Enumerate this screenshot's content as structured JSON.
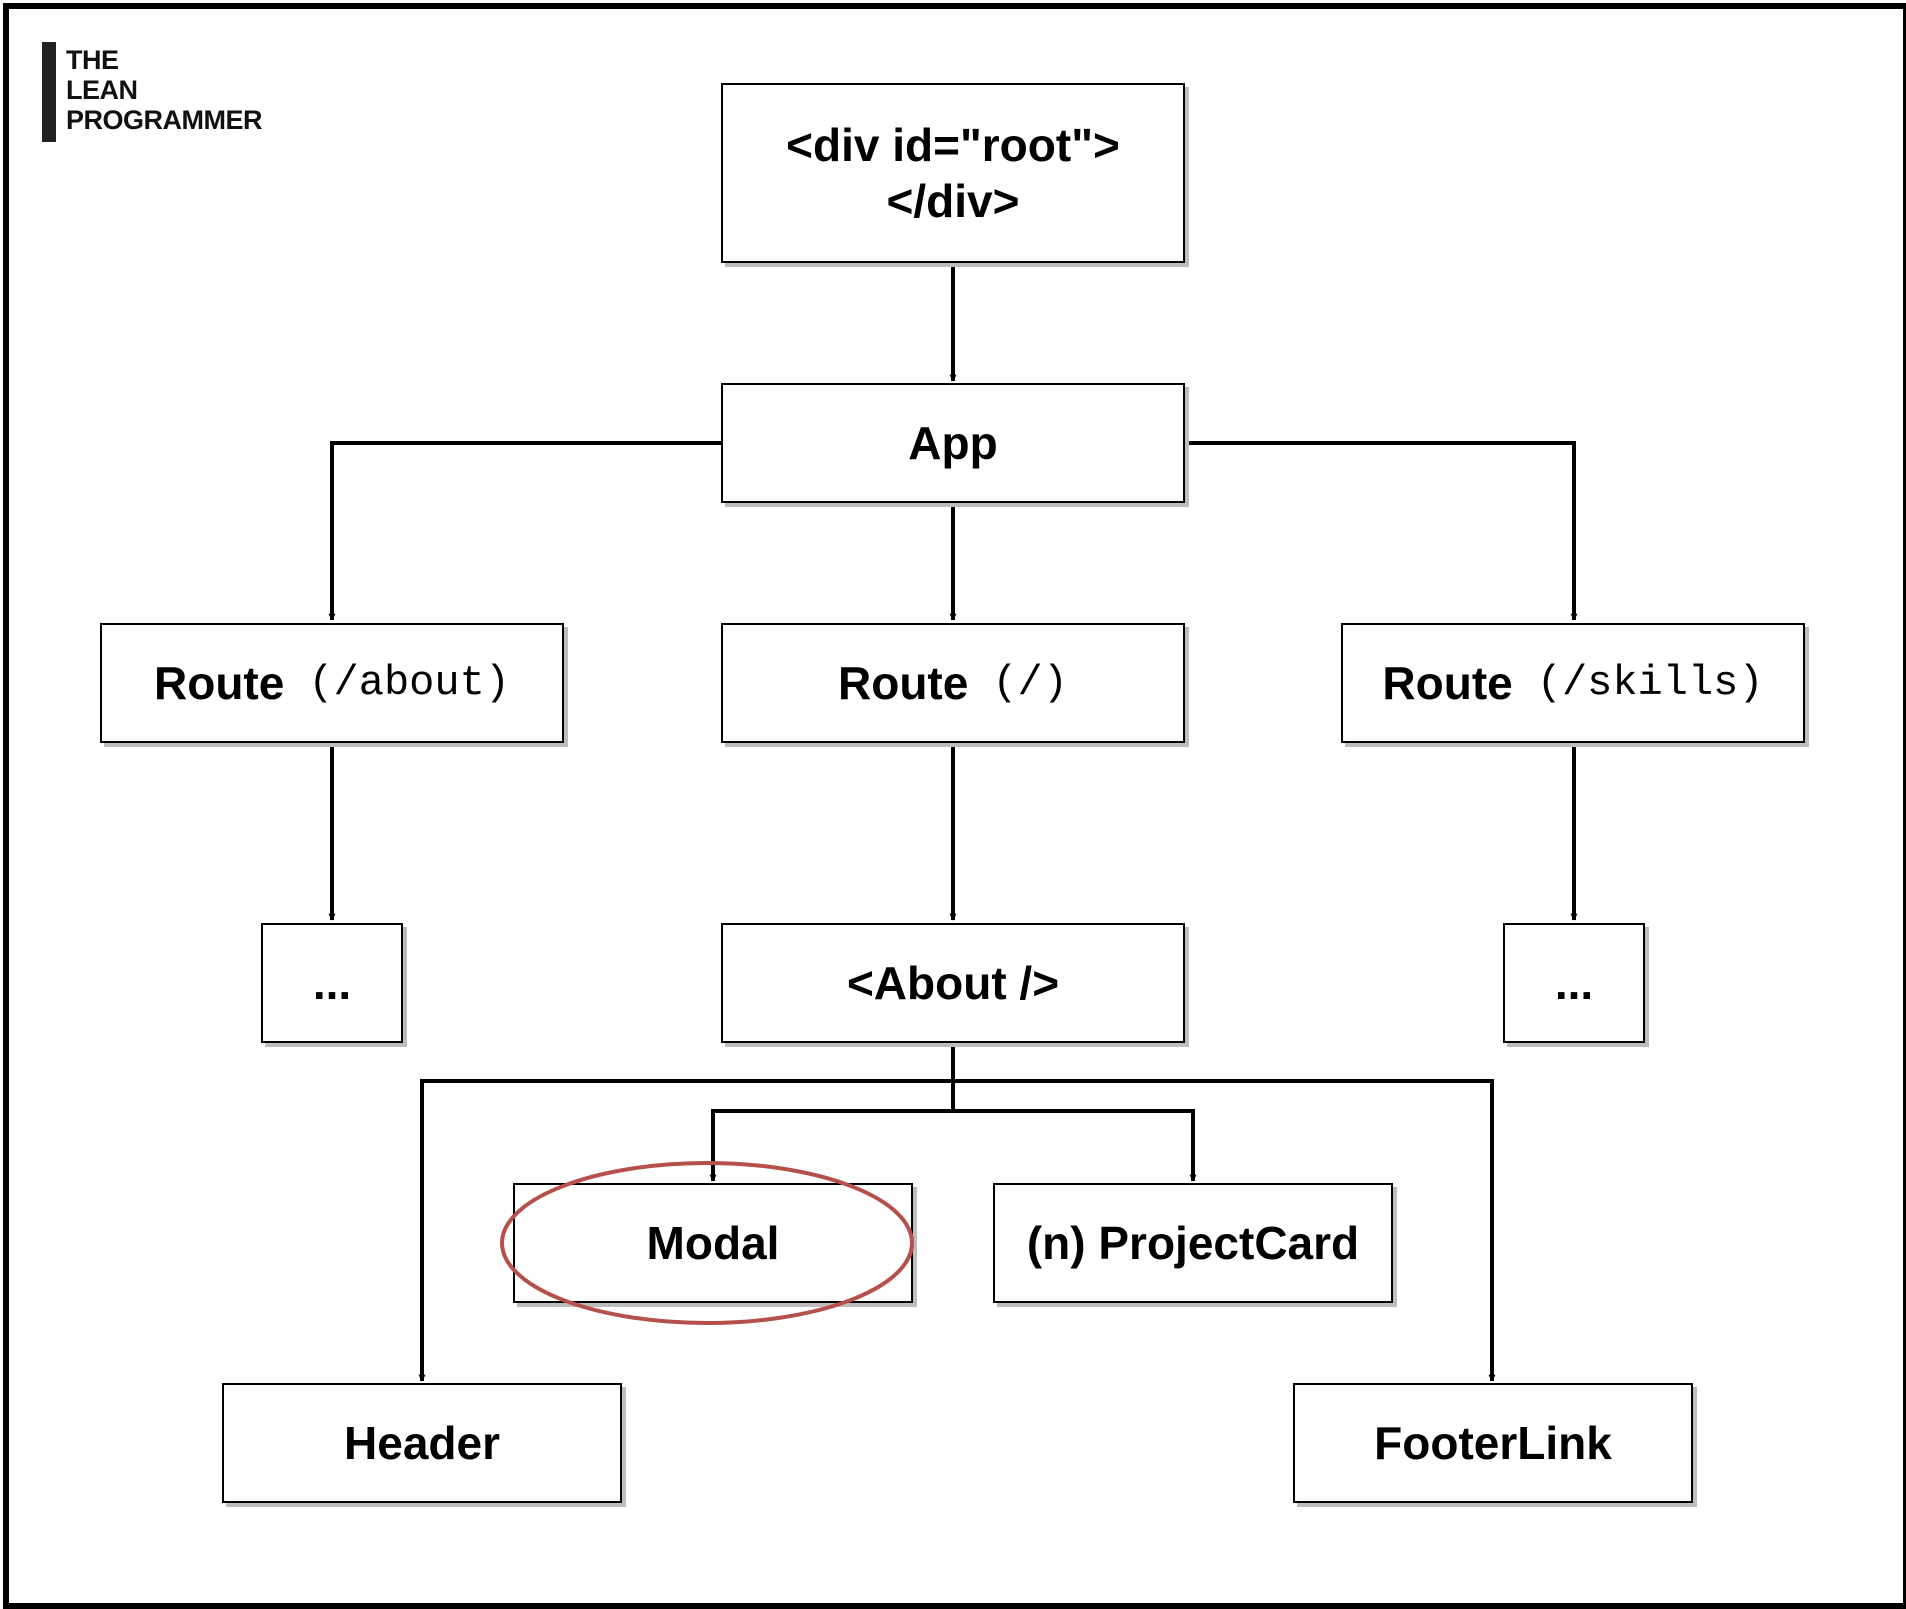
{
  "logo": {
    "line1": "THE",
    "line2": "LEAN",
    "line3": "PROGRAMMER"
  },
  "nodes": {
    "root": {
      "text": "<div id=\"root\">\n</div>"
    },
    "app": {
      "text": "App"
    },
    "route_about": {
      "text": "Route",
      "code": "(/about)"
    },
    "route_home": {
      "text": "Route",
      "code": "(/)"
    },
    "route_skills": {
      "text": "Route",
      "code": "(/skills)"
    },
    "ellipsis_left": {
      "text": "..."
    },
    "about": {
      "text": "<About />"
    },
    "ellipsis_right": {
      "text": "..."
    },
    "modal": {
      "text": "Modal"
    },
    "projectcard": {
      "text": "(n) ProjectCard"
    },
    "header": {
      "text": "Header"
    },
    "footerlink": {
      "text": "FooterLink"
    }
  },
  "colors": {
    "border": "#000000",
    "shadow": "#bdbdbd",
    "highlight": "#b5504a"
  }
}
